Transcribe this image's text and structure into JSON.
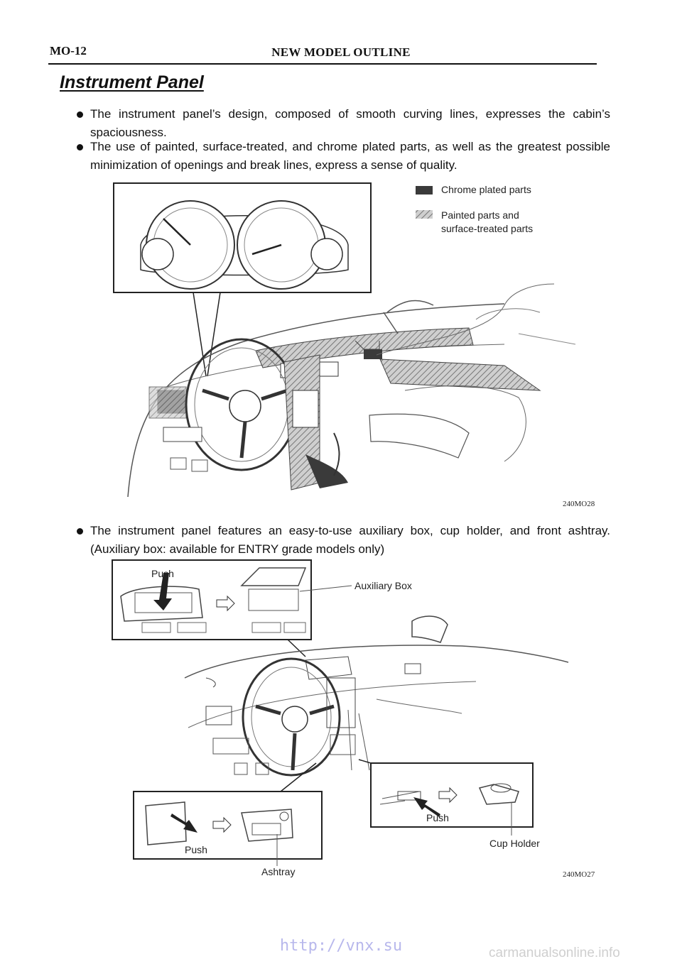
{
  "header": {
    "code": "MO-12",
    "title": "NEW MODEL OUTLINE"
  },
  "section_title": "Instrument Panel",
  "bullets": [
    "The instrument panel’s design, composed of smooth curving lines, expresses the cabin’s spaciousness.",
    "The use of painted, surface-treated, and chrome plated parts, as well as the greatest possible minimization of openings and break lines, express a sense of quality.",
    "The instrument panel features an easy-to-use auxiliary box, cup holder, and front ashtray. (Auxiliary box: available for ENTRY grade models only)"
  ],
  "figure1": {
    "legend": [
      {
        "label": "Chrome plated parts"
      },
      {
        "label_line1": "Painted parts and",
        "label_line2": "surface-treated parts"
      }
    ],
    "code": "240MO28"
  },
  "figure2": {
    "labels": {
      "push_top": "Push",
      "auxiliary_box": "Auxiliary Box",
      "push_left": "Push",
      "ashtray": "Ashtray",
      "push_right": "Push",
      "cup_holder": "Cup Holder"
    },
    "code": "240MO27"
  },
  "footer": {
    "link": "http://vnx.su",
    "watermark": "carmanualsonline.info"
  },
  "colors": {
    "chrome": "#3a3a3a",
    "painted": "#9a9a9a",
    "line": "#555555"
  }
}
